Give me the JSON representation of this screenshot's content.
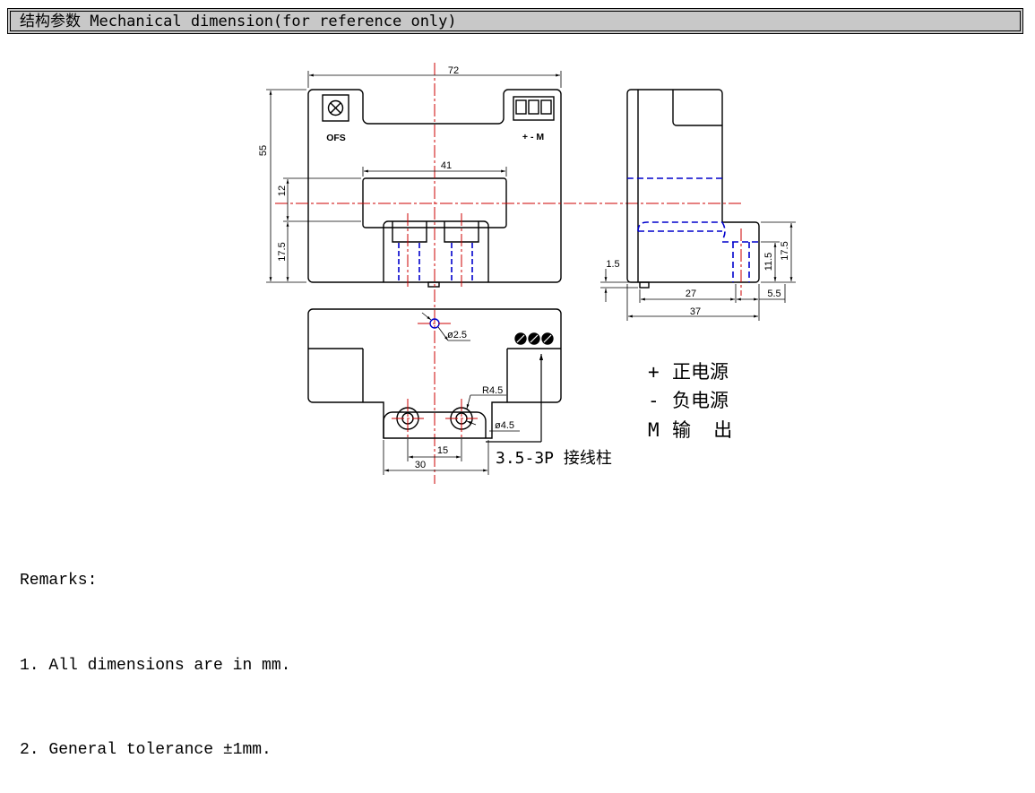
{
  "header": {
    "title": "结构参数  Mechanical dimension(for reference only)"
  },
  "front_view": {
    "width_dim": "72",
    "height_dim": "55",
    "window_width_dim": "41",
    "window_height_dim": "12",
    "bottom_height_dim": "17.5",
    "ofs_label": "OFS",
    "terminal_signs": "+ - M"
  },
  "side_view": {
    "dim_1_5": "1.5",
    "dim_27": "27",
    "dim_5_5": "5.5",
    "dim_37": "37",
    "dim_11_5": "11.5",
    "dim_17_5": "17.5"
  },
  "bottom_view": {
    "hole_dim": "ø2.5",
    "radius_dim": "R4.5",
    "mount_hole_dim": "ø4.5",
    "pitch_dim": "15",
    "span_dim": "30"
  },
  "terminal_label": "3.5-3P 接线柱",
  "legend": {
    "items": [
      {
        "symbol": "+",
        "text": "正电源"
      },
      {
        "symbol": "-",
        "text": "负电源"
      },
      {
        "symbol": "M",
        "text": "输  出"
      }
    ]
  },
  "remarks": {
    "title": "Remarks:",
    "lines": [
      "1. All dimensions are in mm.",
      "2. General tolerance ±1mm."
    ]
  },
  "colors": {
    "centerline": "#cc0000",
    "hidden": "#0000cc",
    "header_bg": "#c8c8c8"
  }
}
